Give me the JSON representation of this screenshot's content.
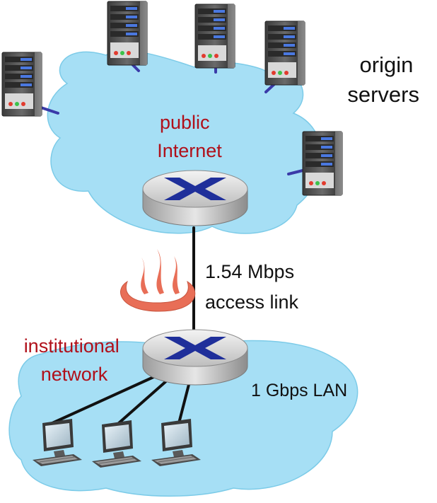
{
  "labels": {
    "origin_servers": [
      "origin",
      "servers"
    ],
    "public_internet": [
      "public",
      "Internet"
    ],
    "access_link": [
      "1.54 Mbps",
      "access link"
    ],
    "institutional_network": [
      "institutional",
      "network"
    ],
    "lan": "1 Gbps LAN"
  },
  "icons": {
    "server": "server-icon",
    "router": "router-icon",
    "computer": "computer-icon",
    "bottleneck": "heat-icon"
  },
  "colors": {
    "cloud_fill": "#a6dff5",
    "cloud_stroke": "#7ccbe8",
    "red_label": "#b0101a",
    "link_blue": "#3a3aa8",
    "link_black": "#111111",
    "router_x": "#1f2f9a",
    "heat": "#e86e57"
  }
}
